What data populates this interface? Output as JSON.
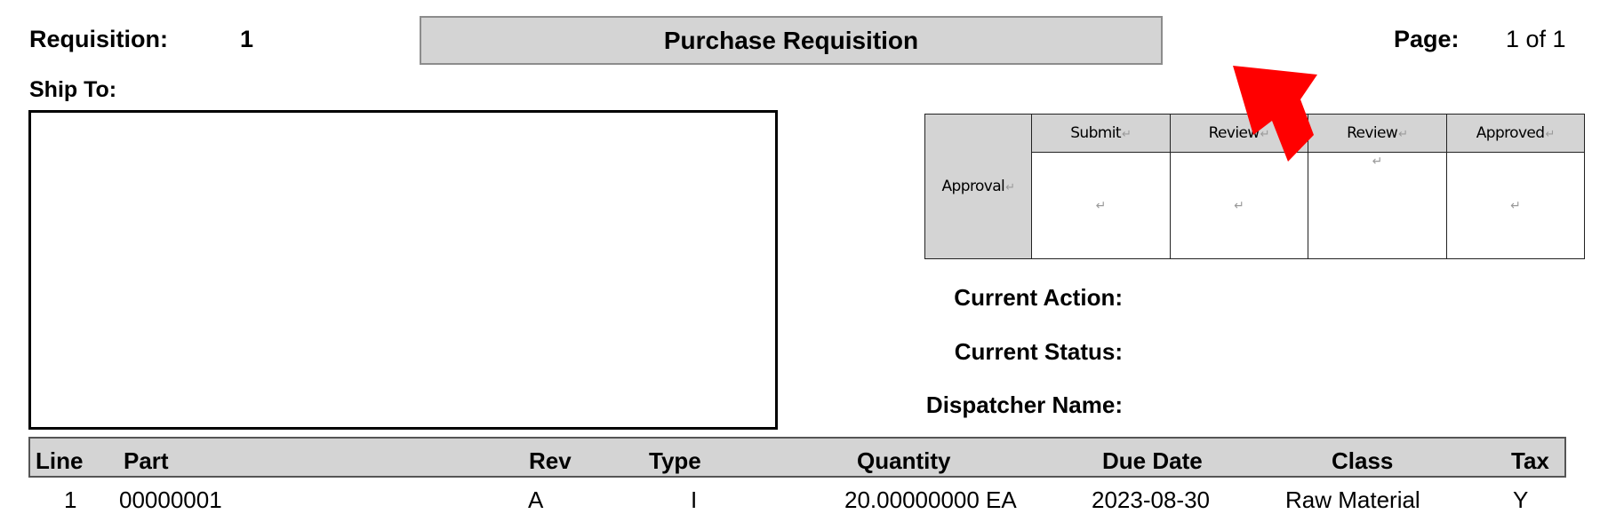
{
  "header": {
    "requisition_label": "Requisition:",
    "requisition_number": "1",
    "title": "Purchase Requisition",
    "page_label": "Page:",
    "page_value": "1 of 1"
  },
  "ship_to": {
    "label": "Ship To:"
  },
  "approval": {
    "row_label": "Approval",
    "columns": [
      "Submit",
      "Review",
      "Review",
      "Approved"
    ],
    "return_mark": "↵"
  },
  "status": {
    "current_action_label": "Current Action:",
    "current_status_label": "Current Status:",
    "dispatcher_name_label": "Dispatcher Name:"
  },
  "lines_table": {
    "headers": [
      "Line",
      "Part",
      "Rev",
      "Type",
      "Quantity",
      "Due Date",
      "Class",
      "Tax"
    ],
    "rows": [
      {
        "line": "1",
        "part": "00000001",
        "rev": "A",
        "type": "I",
        "quantity": "20.00000000 EA",
        "due_date": "2023-08-30",
        "class": "Raw Material",
        "tax": "Y"
      }
    ]
  },
  "annotation": {
    "arrow_color": "#ff0000",
    "arrow_icon": "red-pointer-arrow-icon"
  },
  "colors": {
    "header_fill": "#d4d4d4",
    "border": "#000000",
    "mark": "#9a9a9a"
  }
}
